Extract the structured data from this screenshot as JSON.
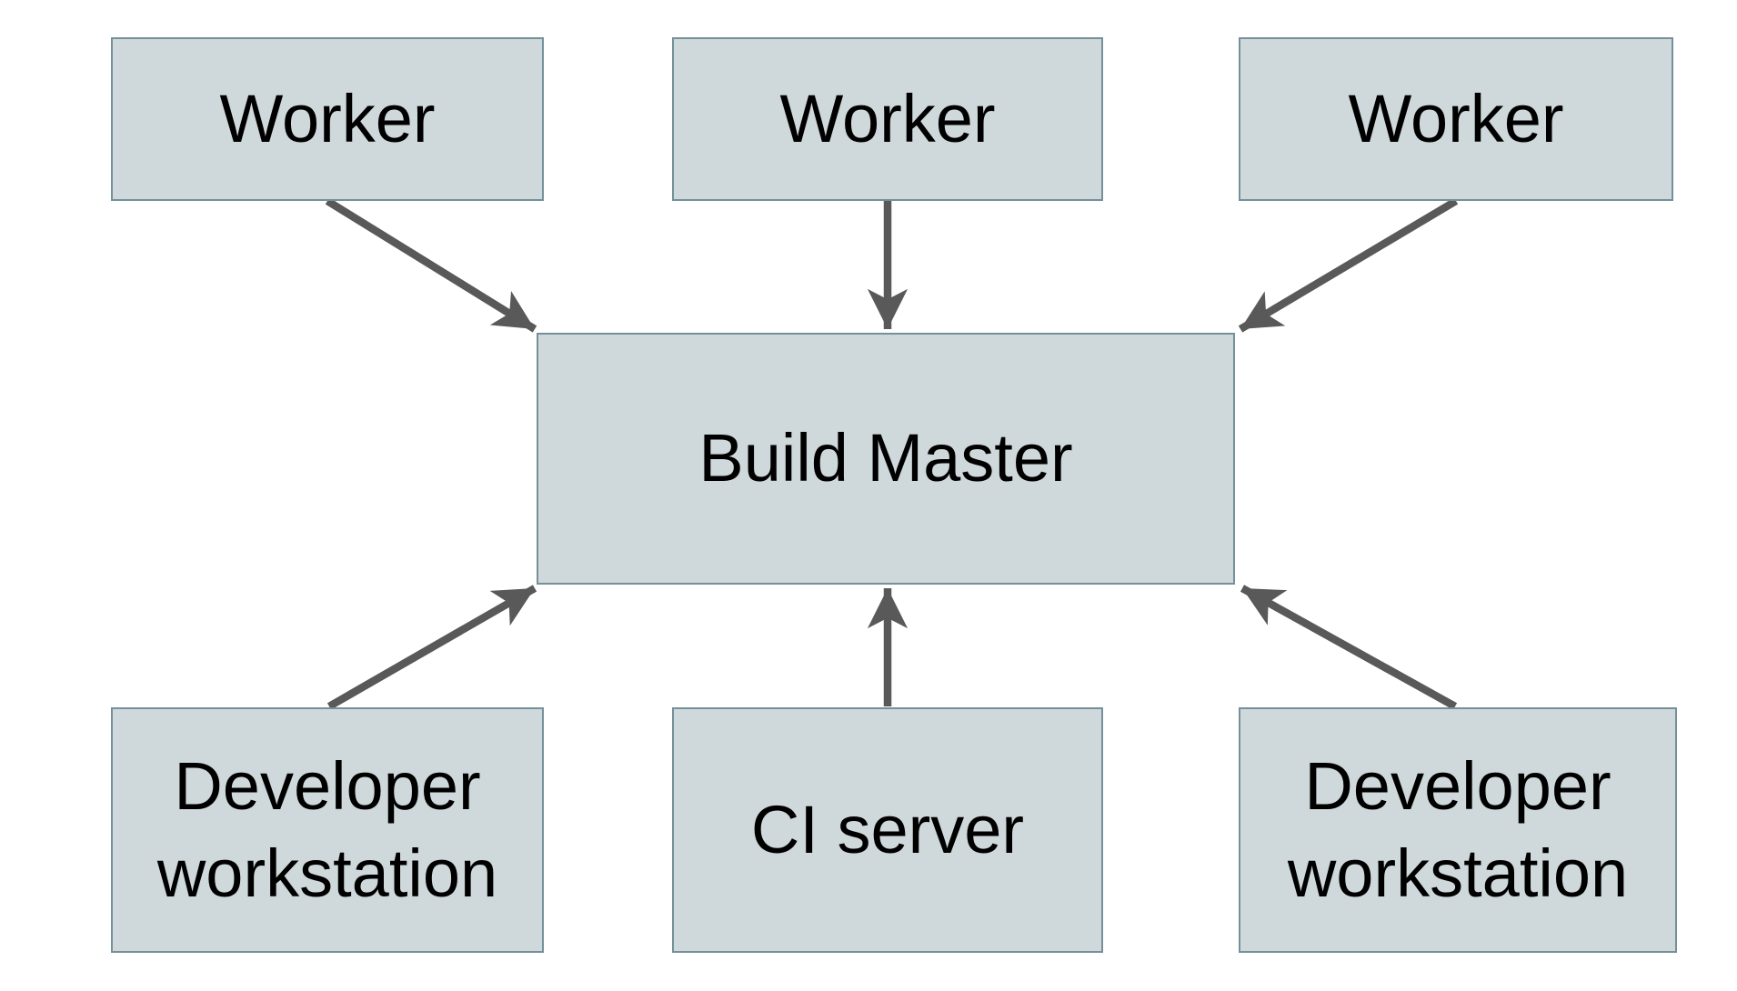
{
  "diagram": {
    "background_color": "#ffffff",
    "node_fill_color": "#cfd8da",
    "node_border_color": "#75909b",
    "arrow_color": "#595959",
    "text_color": "#000000",
    "nodes": [
      {
        "id": "worker-1",
        "label": "Worker"
      },
      {
        "id": "worker-2",
        "label": "Worker"
      },
      {
        "id": "worker-3",
        "label": "Worker"
      },
      {
        "id": "build-master",
        "label": "Build Master"
      },
      {
        "id": "dev-ws-1",
        "label": "Developer workstation"
      },
      {
        "id": "ci-server",
        "label": "CI server"
      },
      {
        "id": "dev-ws-2",
        "label": "Developer workstation"
      }
    ],
    "edges": [
      {
        "from": "worker-1",
        "to": "build-master"
      },
      {
        "from": "worker-2",
        "to": "build-master"
      },
      {
        "from": "worker-3",
        "to": "build-master"
      },
      {
        "from": "dev-ws-1",
        "to": "build-master"
      },
      {
        "from": "ci-server",
        "to": "build-master"
      },
      {
        "from": "dev-ws-2",
        "to": "build-master"
      }
    ]
  }
}
